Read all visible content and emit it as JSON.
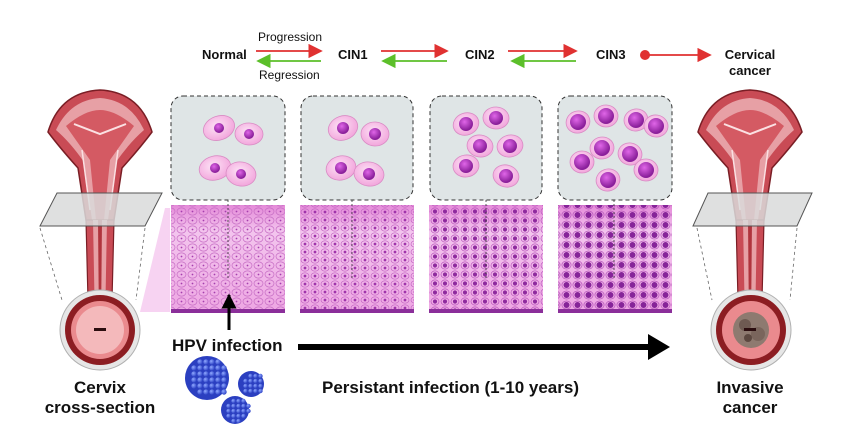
{
  "progression": {
    "forward_label": "Progression",
    "backward_label": "Regression",
    "stages": [
      "Normal",
      "CIN1",
      "CIN2",
      "CIN3"
    ],
    "outcome_line1": "Cervical",
    "outcome_line2": "cancer"
  },
  "left_panel": {
    "line1": "Cervix",
    "line2": "cross-section"
  },
  "right_panel": {
    "line1": "Invasive",
    "line2": "cancer"
  },
  "hpv_label": "HPV infection",
  "persistent_label": "Persistant infection (1-10 years)",
  "colors": {
    "progression_arrow": "#e03131",
    "regression_arrow": "#5cbf2a",
    "tissue_pink": "#f1b6e6",
    "nucleus_purple": "#9b2fa8",
    "cervix_red": "#c2414a"
  }
}
